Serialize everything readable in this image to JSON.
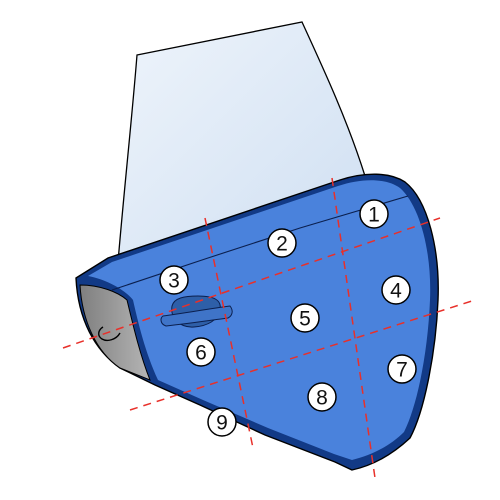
{
  "diagram": {
    "colors": {
      "door_panel": "#4a82dc",
      "door_edge": "#123a86",
      "window_glass": "#dde9f7",
      "door_shade": "#9a9a9a",
      "handle": "#2e5fa8",
      "cut_line": "#e8302a",
      "outline": "#000000",
      "marker_fill": "#ffffff"
    },
    "zones": [
      {
        "id": "zone-1",
        "label": "1"
      },
      {
        "id": "zone-2",
        "label": "2"
      },
      {
        "id": "zone-3",
        "label": "3"
      },
      {
        "id": "zone-4",
        "label": "4"
      },
      {
        "id": "zone-5",
        "label": "5"
      },
      {
        "id": "zone-6",
        "label": "6"
      },
      {
        "id": "zone-7",
        "label": "7"
      },
      {
        "id": "zone-8",
        "label": "8"
      },
      {
        "id": "zone-9",
        "label": "9"
      }
    ]
  }
}
